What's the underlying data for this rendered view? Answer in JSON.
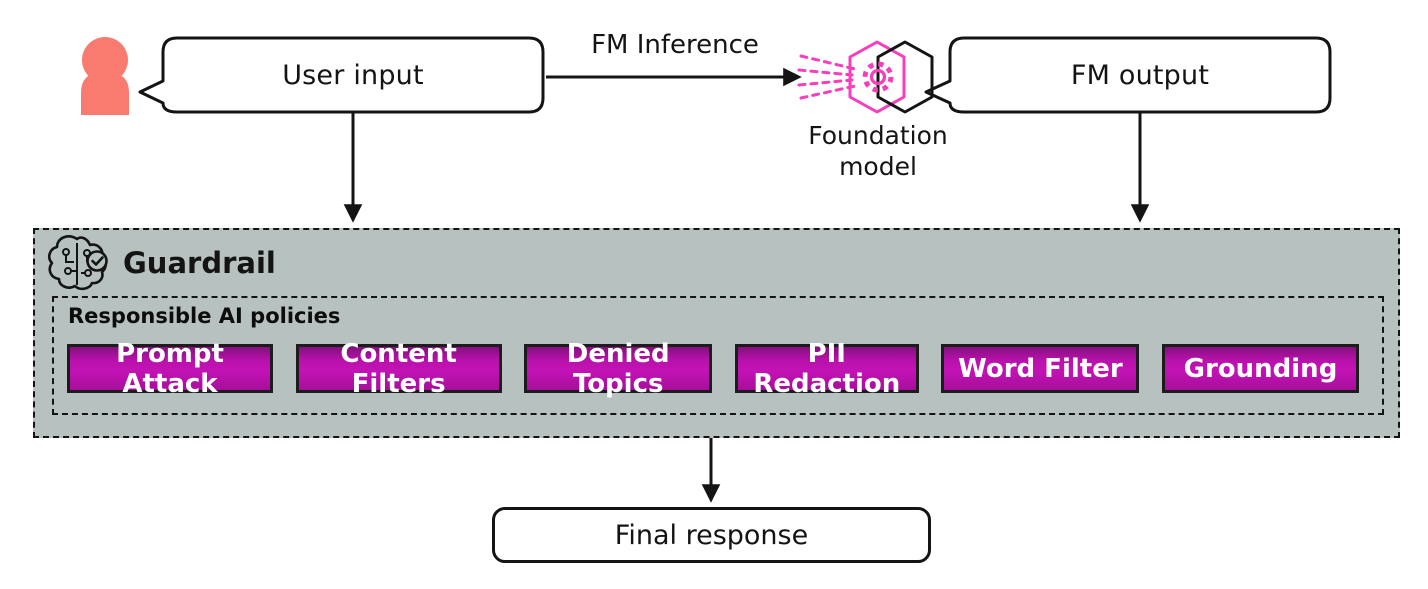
{
  "diagram": {
    "user_input_label": "User input",
    "fm_inference_label": "FM Inference",
    "foundation_model_label": "Foundation model",
    "fm_output_label": "FM output",
    "guardrail": {
      "title": "Guardrail",
      "policies_title": "Responsible AI policies",
      "policies": [
        "Prompt Attack",
        "Content Filters",
        "Denied Topics",
        "PII Redaction",
        "Word Filter",
        "Grounding"
      ]
    },
    "final_response_label": "Final response",
    "icons": {
      "user_icon": "person-silhouette",
      "foundation_model_icon": "split-hexagon-gear-with-dashed-rays",
      "guardrail_icon": "brain-circuit-with-check-badge"
    },
    "colors": {
      "person_coral": "#f97b70",
      "model_pink": "#f83dbd",
      "policy_magenta": "#b811ab",
      "guardrail_background": "#b7c2c0",
      "line_black": "#141414"
    }
  }
}
